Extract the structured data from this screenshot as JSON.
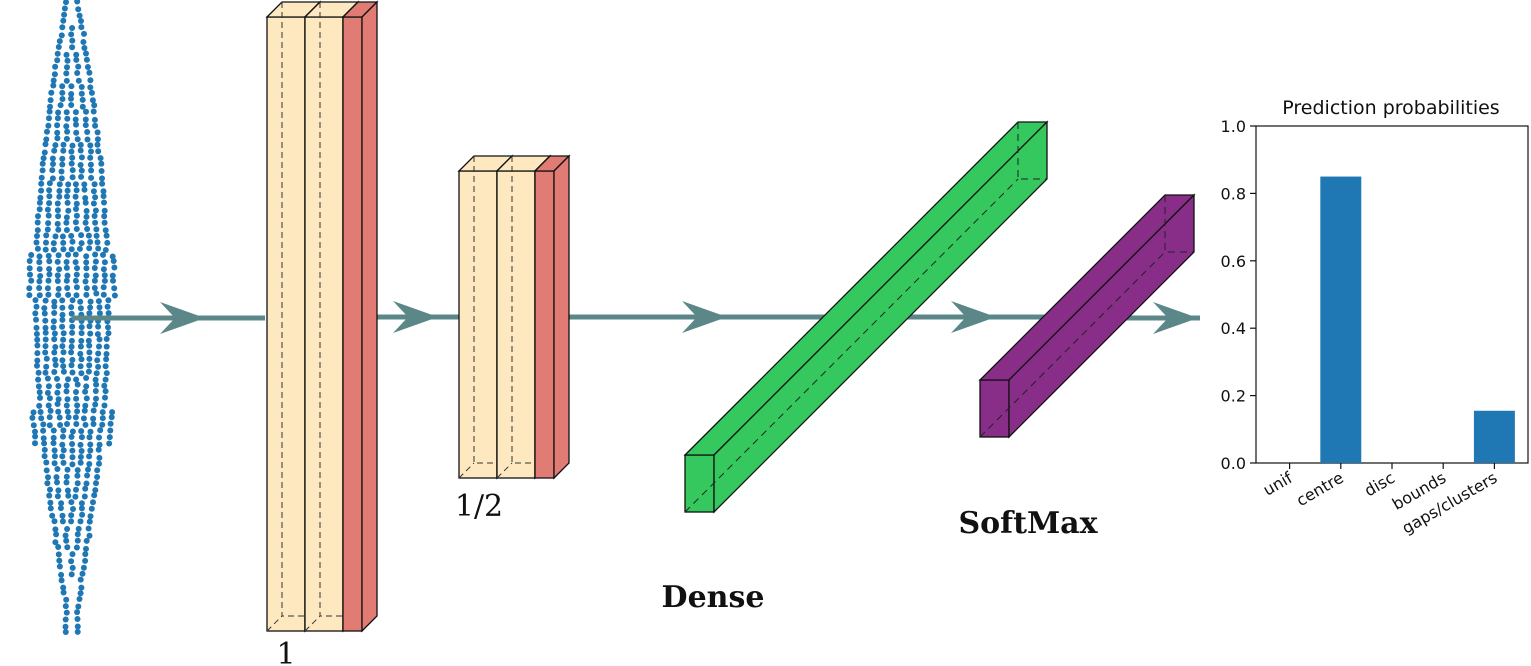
{
  "colors": {
    "conv": "#fde8bf",
    "conv_edge": "#111111",
    "pool": "#e07c74",
    "dense": "#34c85e",
    "softmax": "#882d88",
    "arrow": "#5b8789",
    "points": "#1f77b4",
    "bar": "#1f77b4"
  },
  "diagram": {
    "labels": {
      "block1": "1",
      "block2": "1/2",
      "dense": "Dense",
      "softmax": "SoftMax"
    }
  },
  "chart_data": {
    "type": "bar",
    "title": "Prediction probabilities",
    "categories": [
      "unif",
      "centre",
      "disc",
      "bounds",
      "gaps/clusters"
    ],
    "values": [
      0.0,
      0.85,
      0.0,
      0.0,
      0.155
    ],
    "ylim": [
      0,
      1.0
    ],
    "yticks": [
      0.0,
      0.2,
      0.4,
      0.6,
      0.8,
      1.0
    ],
    "ytick_labels": [
      "0.0",
      "0.2",
      "0.4",
      "0.6",
      "0.8",
      "1.0"
    ],
    "xlabel": "",
    "ylabel": "",
    "grid": false
  }
}
